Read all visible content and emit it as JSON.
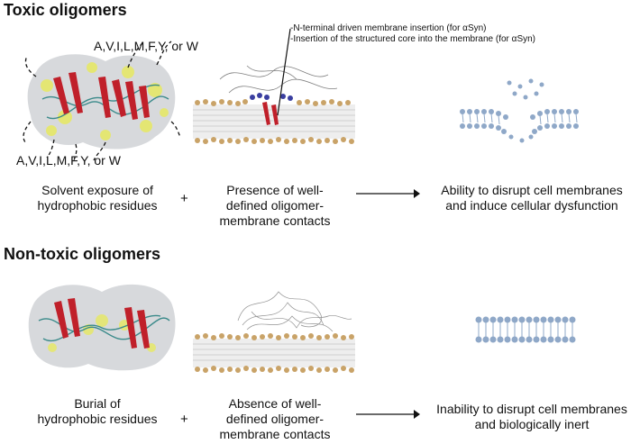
{
  "toxic": {
    "heading": "Toxic oligomers",
    "mutation_label_top": "A,V,I,L,M,F,Y, or W",
    "mutation_label_bottom": "A,V,I,L,M,F,Y, or W",
    "note_line1": "-N-terminal driven membrane insertion (for αSyn)",
    "note_line2": "-Insertion of the structured core into the membrane (for αSyn)",
    "left_caption_line1": "Solvent exposure of",
    "left_caption_line2": "hydrophobic residues",
    "plus": "+",
    "middle_caption_line1": "Presence of well-",
    "middle_caption_line2": "defined oligomer-",
    "middle_caption_line3": "membrane contacts",
    "right_caption_line1": "Ability to disrupt cell membranes",
    "right_caption_line2": "and induce cellular dysfunction"
  },
  "nontoxic": {
    "heading": "Non-toxic oligomers",
    "left_caption_line1": "Burial of",
    "left_caption_line2": "hydrophobic residues",
    "plus": "+",
    "middle_caption_line1": "Absence of well-",
    "middle_caption_line2": "defined oligomer-",
    "middle_caption_line3": "membrane contacts",
    "right_caption_line1": "Inability to disrupt cell membranes",
    "right_caption_line2": "and biologically inert"
  },
  "colors": {
    "protein_surface": "#c9ccd0",
    "beta_strand": "#c0202a",
    "hydrophobic": "#e8ea5a",
    "coil": "#3a8a8a",
    "lipid_head": "#c9a368",
    "lipid_head_blue": "#3a3fa0",
    "membrane_bead": "#8fa8c8"
  }
}
